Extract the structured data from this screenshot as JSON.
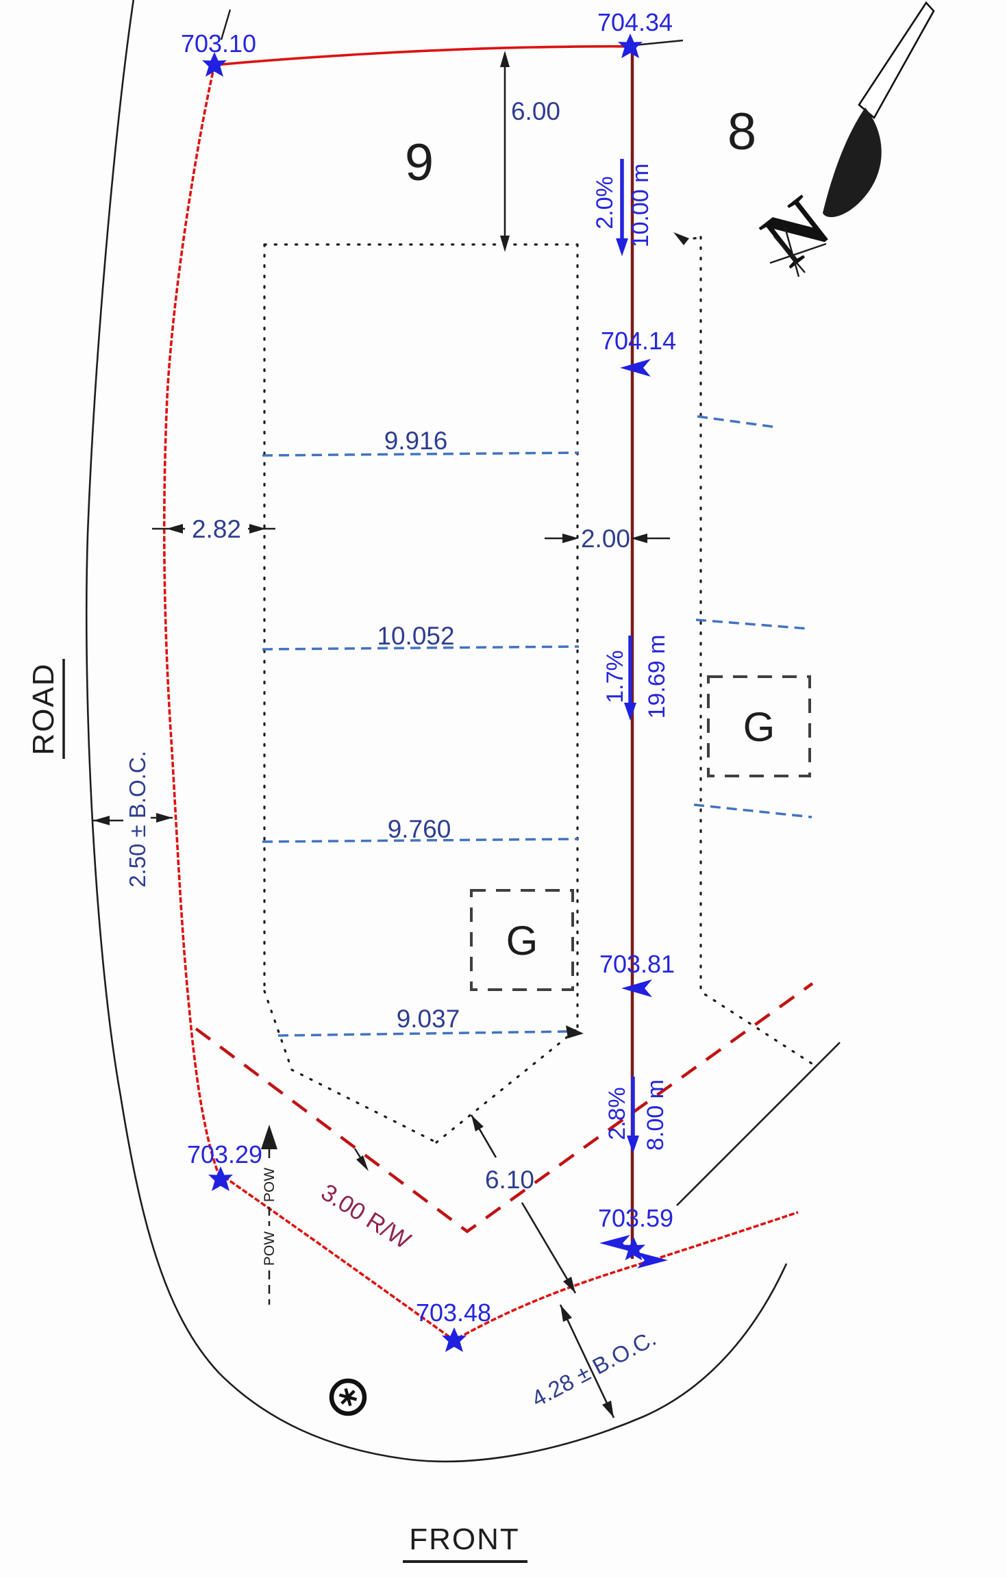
{
  "palette": {
    "boundary_red": "#dd1111",
    "right_lot_line_maroon": "#7a1a17",
    "rw_dashed_red": "#c01313",
    "elevation_blue": "#2525dd",
    "grade_dash_blue": "#4273bf",
    "dimension_navy": "#2e3d8f",
    "rw_label_maroon": "#8e2450",
    "ink_black": "#1d1d1d"
  },
  "lots": {
    "left_label": "9",
    "right_label": "8"
  },
  "garages": {
    "center_label": "G",
    "right_label": "G"
  },
  "road": {
    "label": "ROAD"
  },
  "front": {
    "label": "FRONT"
  },
  "north": {
    "label": "N"
  },
  "pow": {
    "label": "POW"
  },
  "right_of_way": {
    "label": "3.00 R/W"
  },
  "elevations": {
    "nw": "703.10",
    "ne": "704.34",
    "right_upper": "704.14",
    "right_mid": "703.81",
    "right_lower": "703.59",
    "sw": "703.29",
    "south": "703.48"
  },
  "dimensions": {
    "front_setback": "6.00",
    "left_side": "2.82",
    "right_side": "2.00",
    "width_1": "9.916",
    "width_2": "10.052",
    "width_3": "9.760",
    "width_4": "9.037",
    "driveway": "6.10",
    "left_boc": "2.50 ± B.O.C.",
    "front_boc": "4.28 ± B.O.C."
  },
  "grades": {
    "upper": {
      "slope": "2.0%",
      "length": "10.00 m"
    },
    "middle": {
      "slope": "1.7%",
      "length": "19.69 m"
    },
    "lower": {
      "slope": "2.8%",
      "length": "8.00 m"
    }
  }
}
